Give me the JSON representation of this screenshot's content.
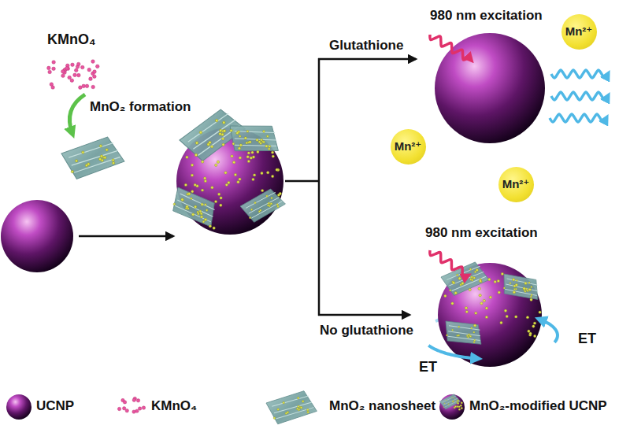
{
  "diagram": {
    "nodes": [
      {
        "text": [
          "Mn²⁺"
        ]
      },
      {
        "text": [
          "Mn²⁺"
        ]
      },
      {
        "text": [
          "Mn²⁺"
        ]
      }
    ],
    "labels": [
      "KMnO₄",
      "MnO₂ formation",
      "Glutathione",
      "No glutathione",
      "980 nm excitation",
      "980 nm excitation",
      "ET",
      "ET"
    ],
    "legend": [
      {
        "text": "UCNP"
      },
      {
        "text": "KMnO₄"
      },
      {
        "text": "MnO₂ nanosheet"
      },
      {
        "text": "MnO₂-modified UCNP"
      }
    ]
  }
}
